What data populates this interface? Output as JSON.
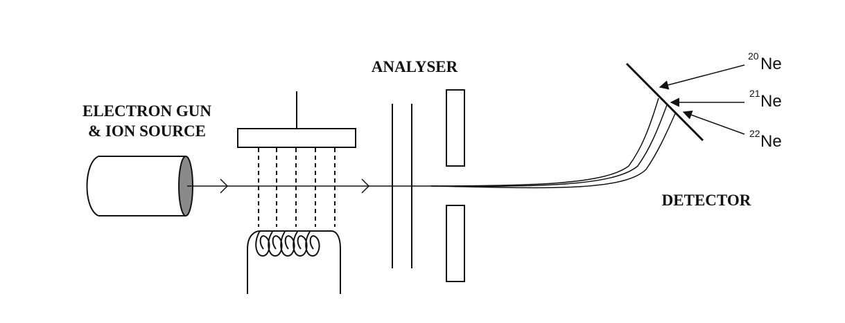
{
  "labels": {
    "electron_gun_line1": "ELECTRON GUN",
    "electron_gun_line2": "& ION SOURCE",
    "analyser": "ANALYSER",
    "detector": "DETECTOR"
  },
  "isotopes": [
    {
      "mass": "20",
      "symbol": "Ne"
    },
    {
      "mass": "21",
      "symbol": "Ne"
    },
    {
      "mass": "22",
      "symbol": "Ne"
    }
  ],
  "colors": {
    "ink": "#111111",
    "cylinder_end": "#8a8a8a",
    "background": "#ffffff"
  }
}
